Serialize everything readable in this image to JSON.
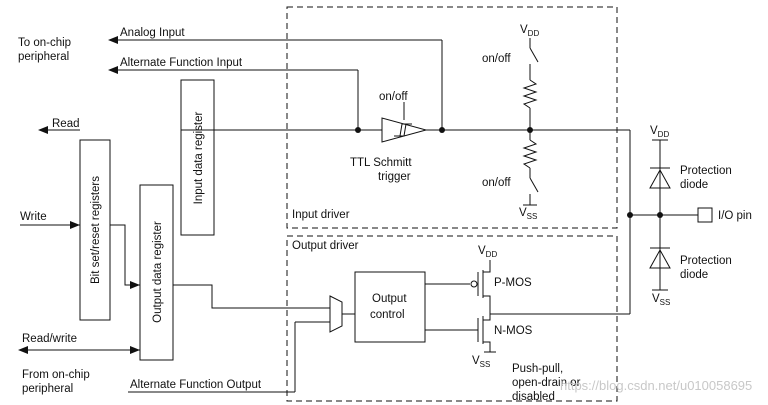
{
  "labels": {
    "to_onchip_1": "To on-chip",
    "to_onchip_2": "peripheral",
    "analog_input": "Analog Input",
    "alt_func_input": "Alternate Function Input",
    "read": "Read",
    "write": "Write",
    "read_write": "Read/write",
    "from_onchip_1": "From on-chip",
    "from_onchip_2": "peripheral",
    "alt_func_output": "Alternate Function Output",
    "input_data_register": "Input data register",
    "bit_set_reset_registers": "Bit set/reset registers",
    "output_data_register": "Output data register",
    "on_off_top": "on/off",
    "on_off_mid": "on/off",
    "on_off_bottom": "on/off",
    "ttl_1": "TTL Schmitt",
    "ttl_2": "trigger",
    "input_driver": "Input driver",
    "output_driver": "Output driver",
    "output_control_1": "Output",
    "output_control_2": "control",
    "pmos": "P-MOS",
    "nmos": "N-MOS",
    "vdd_main": "V",
    "vdd_main_sub": "DD",
    "vss_main": "V",
    "vss_main_sub": "SS",
    "vdd_out": "V",
    "vdd_out_sub": "DD",
    "vss_out": "V",
    "vss_out_sub": "SS",
    "vdd_prot": "V",
    "vdd_prot_sub": "DD",
    "vss_prot": "V",
    "vss_prot_sub": "SS",
    "protection_1a": "Protection",
    "protection_1b": "diode",
    "protection_2a": "Protection",
    "protection_2b": "diode",
    "io_pin": "I/O pin",
    "push_pull_1": "Push-pull,",
    "push_pull_2": "open-drain or",
    "push_pull_3": "disabled",
    "watermark": "https://blog.csdn.net/u010058695"
  }
}
